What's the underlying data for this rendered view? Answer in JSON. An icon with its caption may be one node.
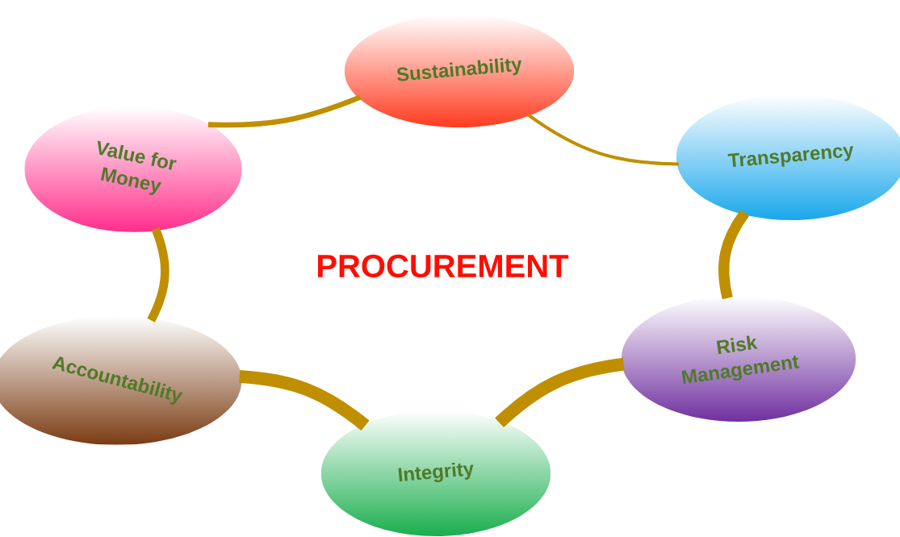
{
  "diagram": {
    "title": "PROCUREMENT",
    "nodes": [
      {
        "text": [
          "Sustainability"
        ]
      },
      {
        "text": [
          "Value for Money"
        ]
      },
      {
        "text": [
          "Transparency"
        ]
      },
      {
        "text": [
          "Accountability"
        ]
      },
      {
        "text": [
          "Risk Management"
        ]
      },
      {
        "text": [
          "Integrity"
        ]
      }
    ],
    "edges": [
      {
        "from": 0,
        "to": 2,
        "arrow": "none"
      },
      {
        "from": 2,
        "to": 4,
        "arrow": "none"
      },
      {
        "from": 4,
        "to": 5,
        "arrow": "none"
      },
      {
        "from": 5,
        "to": 3,
        "arrow": "none"
      },
      {
        "from": 3,
        "to": 1,
        "arrow": "none"
      },
      {
        "from": 1,
        "to": 0,
        "arrow": "none"
      }
    ]
  }
}
